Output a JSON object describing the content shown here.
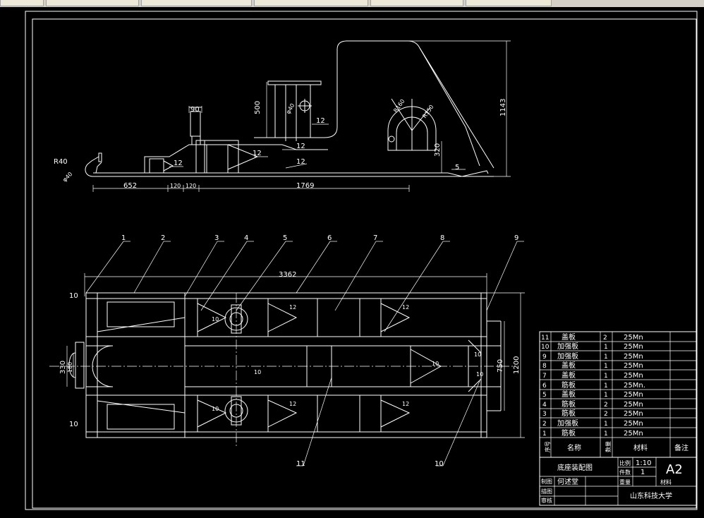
{
  "drawing": {
    "dims": {
      "d90": "90",
      "d500": "500",
      "d1143": "1143",
      "d320": "320",
      "d652": "652",
      "d120a": "120",
      "d120b": "120",
      "d1769": "1769",
      "d3362": "3362",
      "d750": "750",
      "d1200": "1200",
      "d330": "330",
      "d180": "180",
      "r40": "R40",
      "phi40": "φ40",
      "phi40b": "φ40",
      "r160": "R160",
      "r150": "R150"
    },
    "welds": {
      "w12a": "12",
      "w12b": "12",
      "w12c": "12",
      "w12d": "12",
      "w12e": "12",
      "w5": "5",
      "w10l1": "10",
      "w10l2": "10",
      "w10a": "10",
      "w10b": "10",
      "w10c": "10",
      "w10d": "10",
      "w10e": "10",
      "w10f": "10",
      "w12p1": "12",
      "w12p2": "12",
      "w12p3": "12",
      "w12p4": "12"
    },
    "callouts": [
      "1",
      "2",
      "3",
      "4",
      "5",
      "6",
      "7",
      "8",
      "9",
      "10",
      "11"
    ]
  },
  "bom": {
    "rows": [
      {
        "no": "11",
        "name": "盖板",
        "qty": "2",
        "mat": "25Mn"
      },
      {
        "no": "10",
        "name": "加强板",
        "qty": "1",
        "mat": "25Mn"
      },
      {
        "no": "9",
        "name": "加强板",
        "qty": "1",
        "mat": "25Mn"
      },
      {
        "no": "8",
        "name": "盖板",
        "qty": "1",
        "mat": "25Mn"
      },
      {
        "no": "7",
        "name": "盖板",
        "qty": "1",
        "mat": "25Mn"
      },
      {
        "no": "6",
        "name": "筋板",
        "qty": "1",
        "mat": "25Mn."
      },
      {
        "no": "5",
        "name": "盖板",
        "qty": "1",
        "mat": "25Mn"
      },
      {
        "no": "4",
        "name": "筋板",
        "qty": "2",
        "mat": "25Mn"
      },
      {
        "no": "3",
        "name": "筋板",
        "qty": "2",
        "mat": "25Mn"
      },
      {
        "no": "2",
        "name": "加强板",
        "qty": "1",
        "mat": "25Mn"
      },
      {
        "no": "1",
        "name": "筋板",
        "qty": "1",
        "mat": "25Mn"
      }
    ],
    "header": {
      "no": "序号",
      "name": "名称",
      "qty": "数量",
      "mat": "材料",
      "note": "备注"
    }
  },
  "title_block": {
    "title": "底座装配图",
    "scale_label": "比例",
    "scale": "1:10",
    "count_label": "件数",
    "count": "1",
    "weight_label": "重量",
    "material_label": "材料",
    "size": "A2",
    "drawn_label": "制图",
    "drawn": "何述堂",
    "check_label": "描图",
    "review_label": "审核",
    "org": "山东科技大学"
  }
}
